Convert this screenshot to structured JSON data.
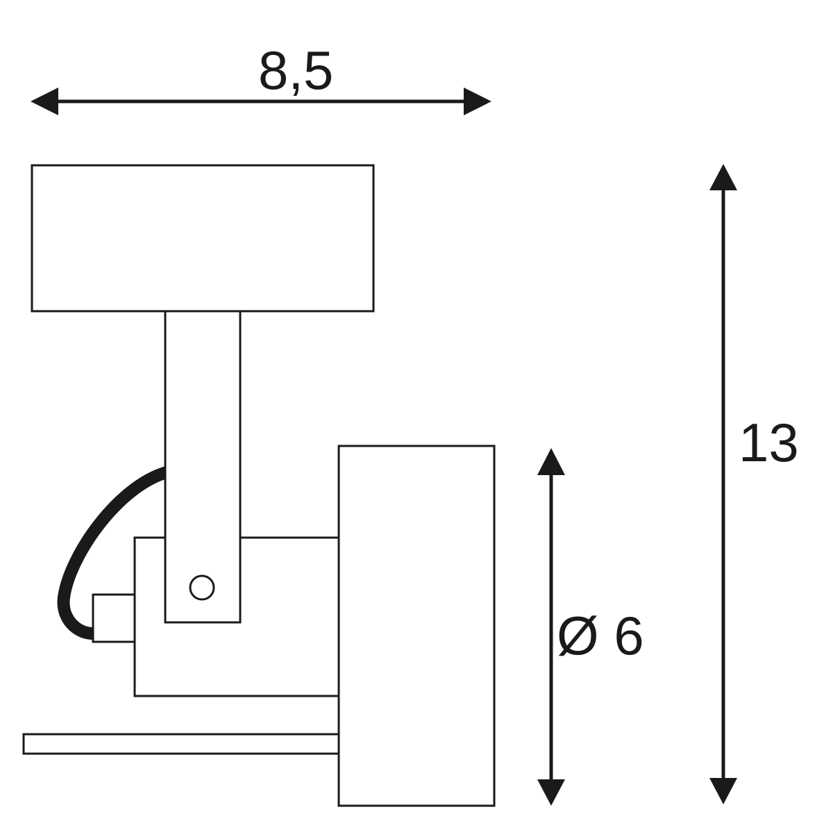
{
  "dimensions": {
    "width_label": "8,5",
    "height_label": "13",
    "diameter_label": "Ø 6"
  },
  "colors": {
    "line": "#1a1a1a",
    "fill": "#ffffff",
    "cable": "#1a1a1a"
  }
}
